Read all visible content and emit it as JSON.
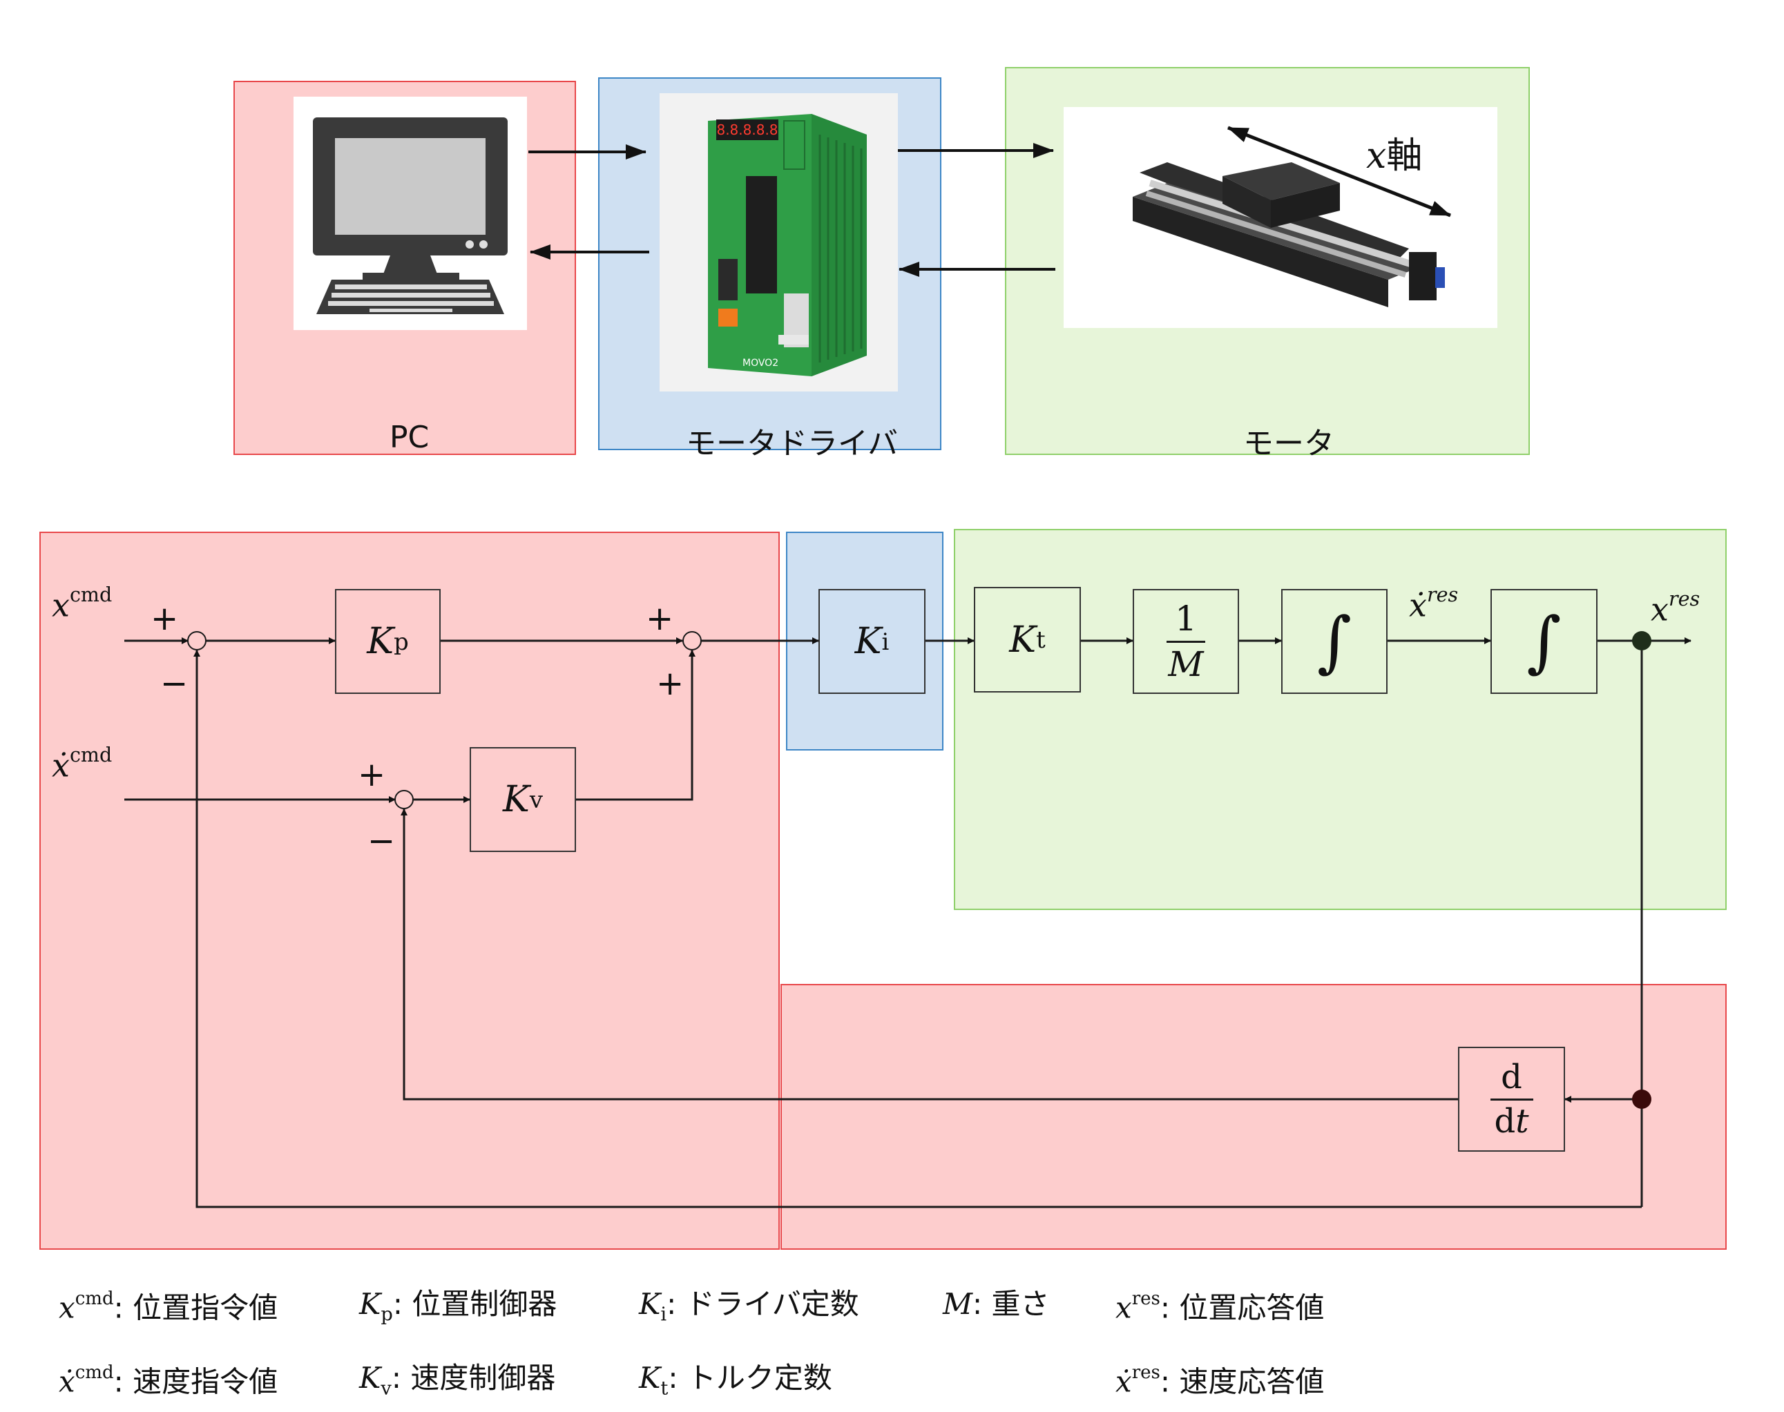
{
  "colors": {
    "pc_panel": "#fdcdcd",
    "driver_panel": "#cfe0f2",
    "motor_panel": "#e7f5d9",
    "pc_border": "#e8474a",
    "driver_border": "#3d86c6",
    "motor_border": "#8fd06a",
    "line": "#1a1a1a"
  },
  "top": {
    "pc_label": "PC",
    "driver_label": "モータドライバ",
    "motor_label": "モータ",
    "axis_label_var": "x",
    "axis_label_suffix": "軸",
    "pc_icon": "desktop-computer-icon",
    "driver_icon": "motor-driver-unit-icon",
    "motor_icon": "linear-stage-icon",
    "driver_display": "8.8.8.8.8",
    "driver_brand": "MOVO2"
  },
  "diagram": {
    "signals": {
      "x_cmd": {
        "var": "x",
        "sup": "cmd"
      },
      "xdot_cmd": {
        "var": "ẋ",
        "sup": "cmd"
      },
      "xdot_res": {
        "var": "ẋ",
        "sup": "res"
      },
      "x_res": {
        "var": "x",
        "sup": "res"
      }
    },
    "signs": {
      "s1_top": "+",
      "s1_bottom": "−",
      "s2_top": "+",
      "s2_bottom": "+",
      "s3_top": "+",
      "s3_bottom": "−"
    },
    "blocks": {
      "kp": {
        "var": "K",
        "sub": "p"
      },
      "kv": {
        "var": "K",
        "sub": "v"
      },
      "ki": {
        "var": "K",
        "sub": "i"
      },
      "kt": {
        "var": "K",
        "sub": "t"
      },
      "inv_m": {
        "num": "1",
        "den": "M"
      },
      "integ1": "∫",
      "integ2": "∫",
      "deriv": {
        "num": "d",
        "den_up": "d",
        "den_var": "t"
      }
    }
  },
  "legend": {
    "row1": [
      {
        "var": "x",
        "mark": "sup",
        "script": "cmd",
        "text": ": 位置指令値"
      },
      {
        "var": "K",
        "mark": "sub",
        "script": "p",
        "text": ": 位置制御器"
      },
      {
        "var": "K",
        "mark": "sub",
        "script": "i",
        "text": ": ドライバ定数"
      },
      {
        "var": "M",
        "mark": "none",
        "script": "",
        "text": ": 重さ"
      },
      {
        "var": "x",
        "mark": "sup",
        "script": "res",
        "text": ": 位置応答値"
      }
    ],
    "row2": [
      {
        "var": "ẋ",
        "mark": "sup",
        "script": "cmd",
        "text": ": 速度指令値"
      },
      {
        "var": "K",
        "mark": "sub",
        "script": "v",
        "text": ": 速度制御器"
      },
      {
        "var": "K",
        "mark": "sub",
        "script": "t",
        "text": ": トルク定数"
      },
      {
        "var": "ẋ",
        "mark": "sup",
        "script": "res",
        "text": ": 速度応答値"
      }
    ]
  }
}
